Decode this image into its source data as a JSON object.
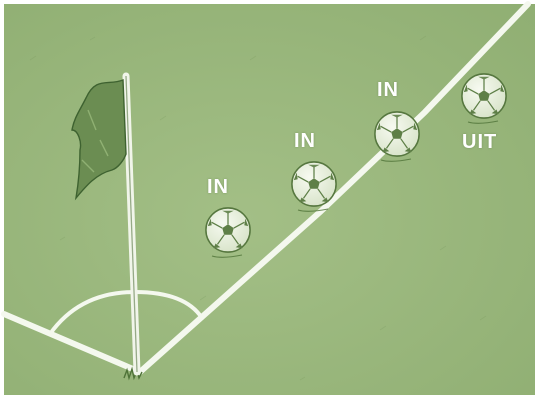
{
  "labels": {
    "ball_1": "IN",
    "ball_2": "IN",
    "ball_3": "IN",
    "ball_4": "UIT"
  },
  "colors": {
    "field": "#9ab77c",
    "field_dark": "#86a56a",
    "line": "#f4f8ee",
    "ball": "#eef3e6",
    "ball_patch": "#5e7f47",
    "ink": "#3e6230",
    "label": "#ffffff"
  },
  "icons": {
    "flag": "corner-flag-icon",
    "ball": "soccer-ball-icon"
  }
}
